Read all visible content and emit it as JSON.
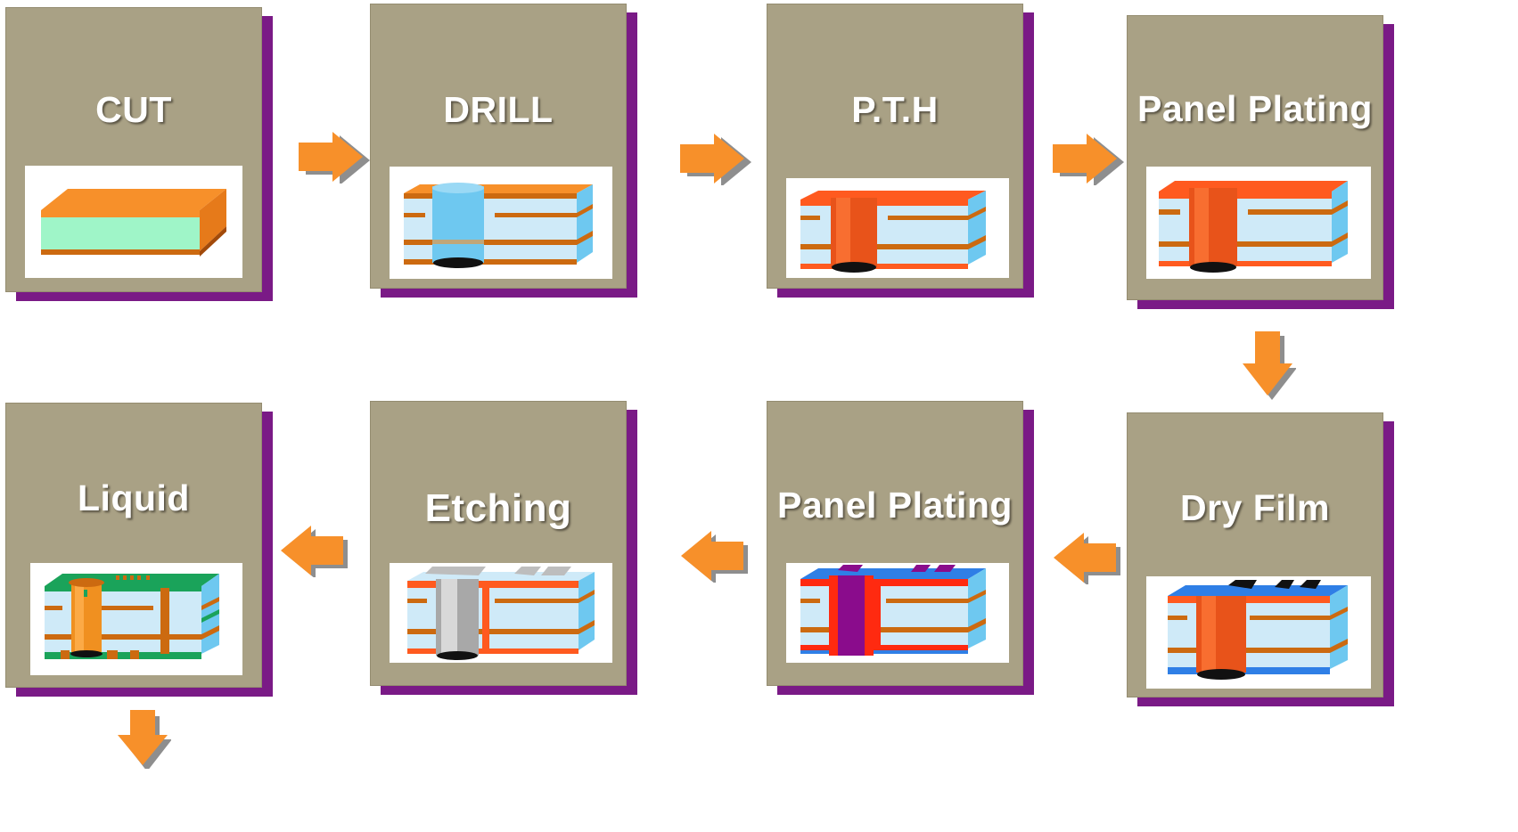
{
  "steps": [
    {
      "id": "cut",
      "label": "CUT",
      "illustration": "laminate-slab"
    },
    {
      "id": "drill",
      "label": "DRILL",
      "illustration": "drilled-board"
    },
    {
      "id": "pth",
      "label": "P.T.H",
      "illustration": "plated-through-hole"
    },
    {
      "id": "panel-plating-1",
      "label": "Panel Plating",
      "illustration": "plated-panel"
    },
    {
      "id": "dry-film",
      "label": "Dry Film",
      "illustration": "dry-film-board"
    },
    {
      "id": "panel-plating-2",
      "label": "Panel Plating",
      "illustration": "pattern-plated-board"
    },
    {
      "id": "etching",
      "label": "Etching",
      "illustration": "etched-board"
    },
    {
      "id": "liquid",
      "label": "Liquid",
      "illustration": "solder-mask-board"
    }
  ],
  "colors": {
    "box_face": "#a9a185",
    "box_shadow": "#7a1a86",
    "arrow": "#f7902a",
    "copper": "#cc6a10",
    "substrate": "#cfeaf8",
    "plating": "#ff5a1f",
    "dry_film": "#2f7fe6",
    "solder_mask": "#1aa35a"
  }
}
